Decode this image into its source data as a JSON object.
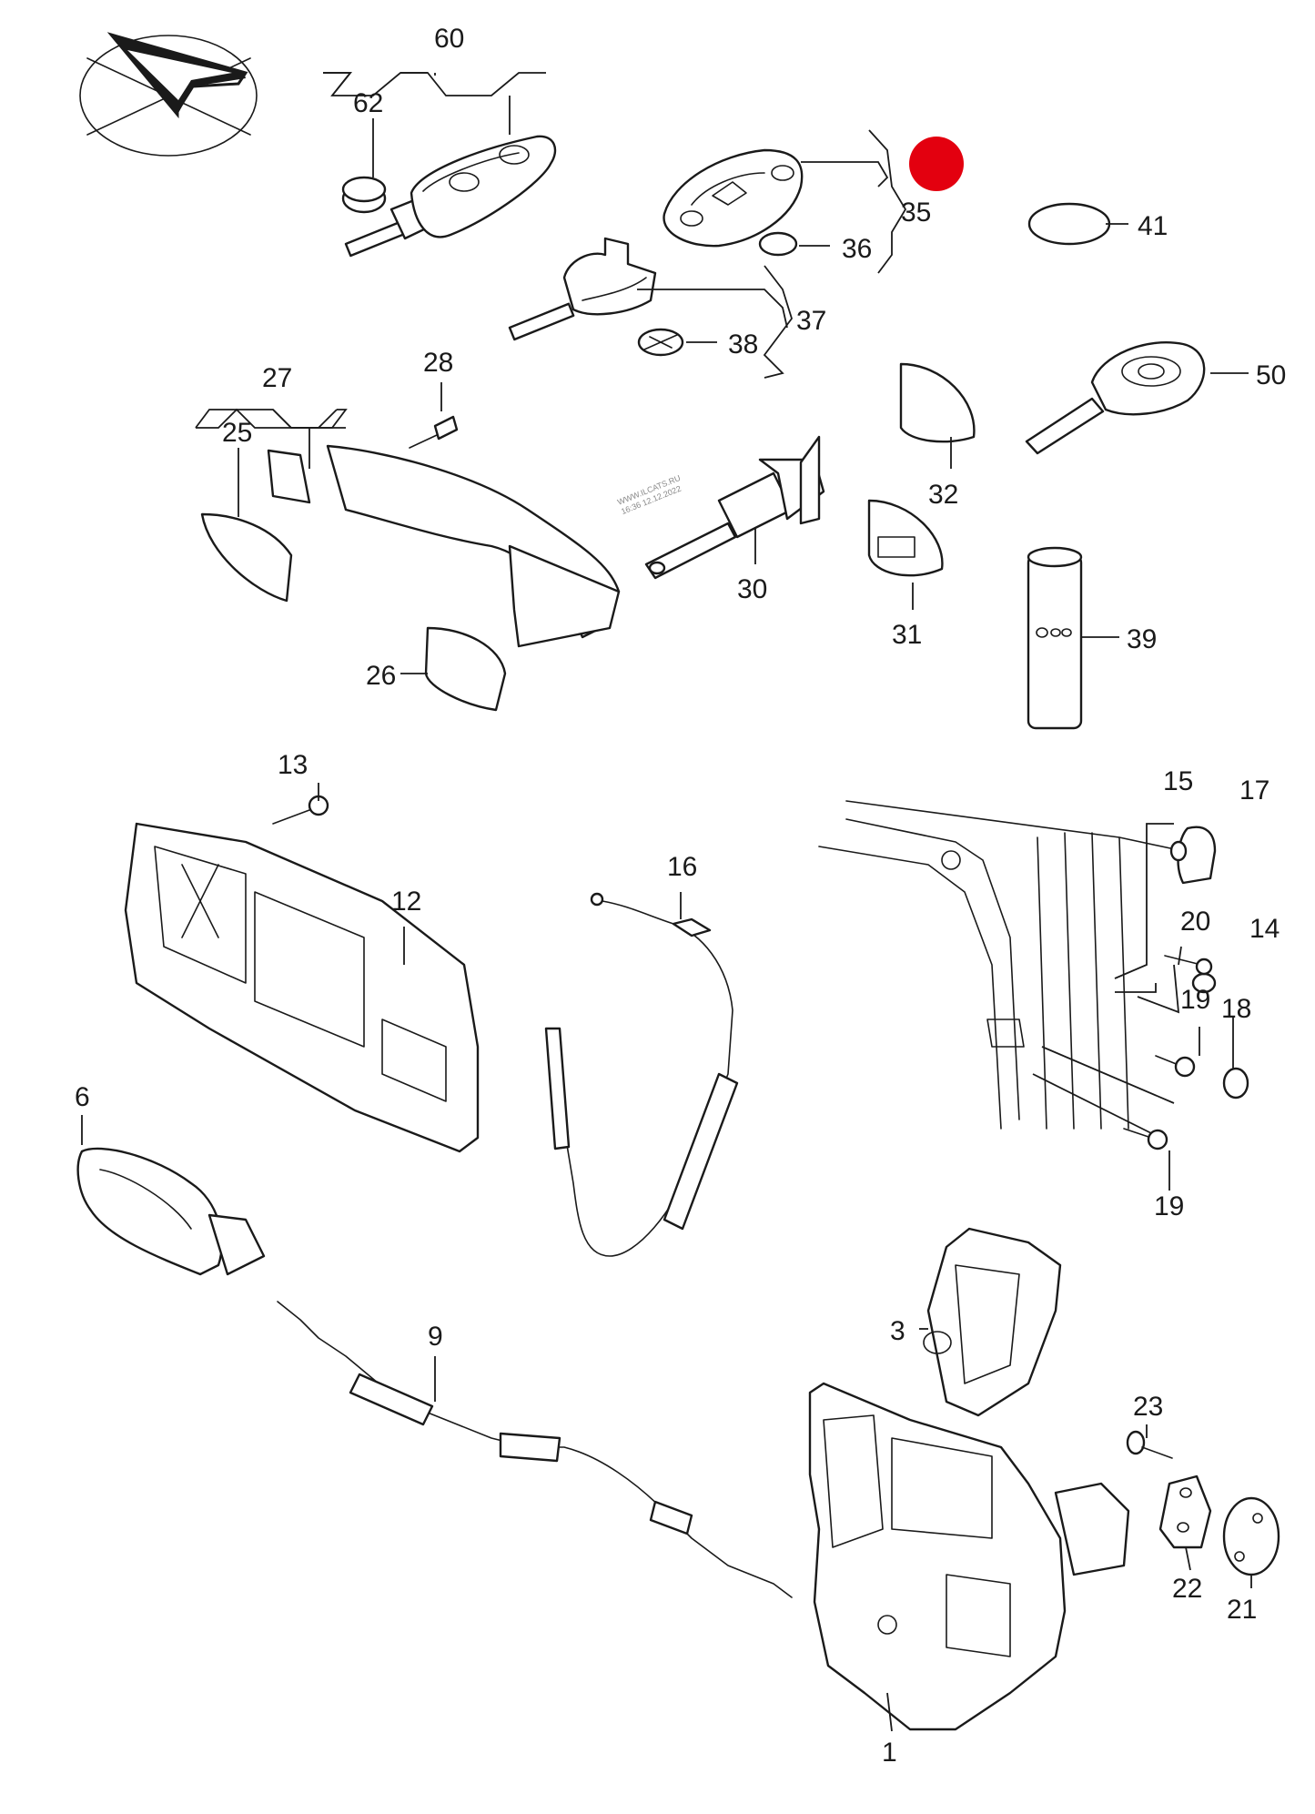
{
  "watermark": {
    "line1": "WWW.ILCATS.RU",
    "line2": "16:36 12.12.2022"
  },
  "marker_color": "#e3000f",
  "labels": {
    "p1": "1",
    "p3": "3",
    "p6": "6",
    "p9": "9",
    "p12": "12",
    "p13": "13",
    "p14": "14",
    "p15": "15",
    "p16": "16",
    "p17": "17",
    "p18": "18",
    "p19a": "19",
    "p19b": "19",
    "p20": "20",
    "p21": "21",
    "p22": "22",
    "p23": "23",
    "p25": "25",
    "p26": "26",
    "p27": "27",
    "p28": "28",
    "p30": "30",
    "p31": "31",
    "p32": "32",
    "p35": "35",
    "p36": "36",
    "p37": "37",
    "p38": "38",
    "p39": "39",
    "p41": "41",
    "p50": "50",
    "p60": "60",
    "p62": "62"
  }
}
